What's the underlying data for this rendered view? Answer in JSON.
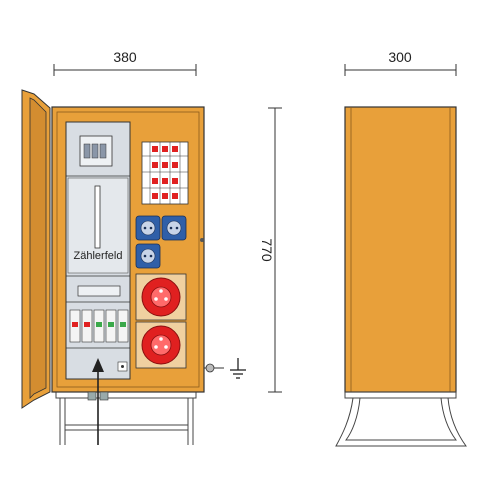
{
  "dimensions": {
    "width_front": "380",
    "width_side": "300",
    "height": "770"
  },
  "labels": {
    "meter_field": "Zählerfeld"
  },
  "colors": {
    "cabinet": "#e8a03a",
    "cabinet_dark": "#c9832a",
    "panel": "#d8dde3",
    "socket_red": "#e02020",
    "socket_blue": "#2f5fa8",
    "outline": "#333333"
  },
  "icons": {
    "ground": "ground-symbol-icon",
    "arrow": "cable-entry-arrow-icon"
  }
}
